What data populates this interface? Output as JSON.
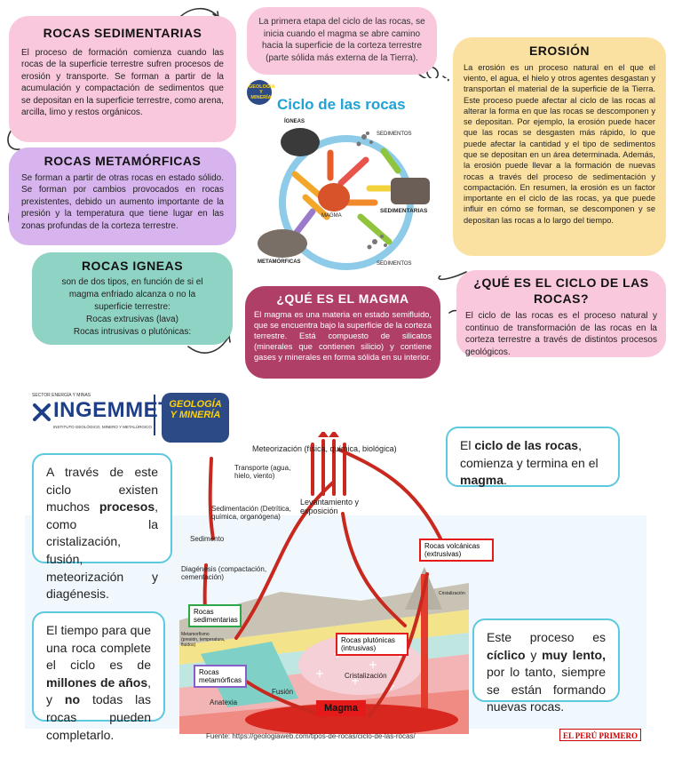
{
  "top": {
    "sedimentarias": {
      "title": "ROCAS SEDIMENTARIAS",
      "text": "El proceso de formación comienza cuando las rocas de la superficie terrestre sufren procesos de erosión y transporte. Se forman a partir de la acumulación y compactación de sedimentos que se depositan en la superficie terrestre, como arena, arcilla, limo y restos orgánicos."
    },
    "intro": {
      "text": "La primera etapa del ciclo de las rocas, se inicia cuando el magma se abre camino hacia la superficie de la corteza terrestre (parte sólida más externa de la Tierra)."
    },
    "erosion": {
      "title": "EROSIÓN",
      "text": "La erosión es un proceso natural en el que el viento, el agua, el hielo y otros agentes desgastan y transportan el material de la superficie de la Tierra. Este proceso puede afectar al ciclo de las rocas al alterar la forma en que las rocas se descomponen y se depositan. Por ejemplo, la erosión puede hacer que las rocas se desgasten más rápido, lo que puede afectar la cantidad y el tipo de sedimentos que se depositan en un área determinada. Además, la erosión puede llevar a la formación de nuevas rocas a través del proceso de sedimentación y compactación. En resumen, la erosión es un factor importante en el ciclo de las rocas, ya que puede influir en cómo se forman, se descomponen y se depositan las rocas a lo largo del tiempo."
    },
    "metamorficas": {
      "title": "ROCAS METAMÓRFICAS",
      "text": "Se forman a partir de otras rocas en estado sólido. Se forman por cambios provocados en rocas prexistentes, debido un aumento importante de la presión y la temperatura que tiene lugar en las zonas profundas de la corteza terrestre."
    },
    "igneas": {
      "title": "ROCAS IGNEAS",
      "lines": [
        "son de dos tipos, en función de si el",
        "magma enfriado alcanza o no la",
        "superficie terrestre:",
        "Rocas extrusivas (lava)",
        "Rocas intrusivas o plutónicas:"
      ]
    },
    "magma": {
      "title": "¿QUÉ ES EL MAGMA",
      "text": "El magma es una materia en estado semifluido, que se encuentra bajo la superficie de la corteza terrestre. Está compuesto de silicatos (minerales que contienen silicio) y contiene gases y minerales en forma sólida en su interior."
    },
    "ciclo": {
      "title": "¿QUÉ ES EL CICLO DE LAS ROCAS?",
      "text": "El ciclo de las rocas es el proceso natural y continuo de transformación de las rocas en la corteza terrestre a través de distintos procesos geológicos."
    },
    "diagram": {
      "logo": "GEOLOGÍA Y MINERÍA",
      "title": "Ciclo de las rocas",
      "igneas": "ÍGNEAS",
      "sedimentos1": "SEDIMENTOS",
      "magma": "MAGMA",
      "sedimentarias": "SEDIMENTARIAS",
      "metamorficas": "METAMÓRFICAS",
      "sedimentos2": "SEDIMENTOS"
    }
  },
  "bottom": {
    "header": {
      "small": "SECTOR ENERGÍA Y MINAS",
      "brand": "INGEMMET",
      "sub": "INSTITUTO GEOLÓGICO, MINERO Y METALÚRGICO",
      "logo": "GEOLOGÍA Y MINERÍA"
    },
    "bubble_procesos": {
      "p1": "A través de este ciclo existen muchos ",
      "b1": "procesos",
      "p2": ", como la cristalización, fusión, meteorización y diagénesis."
    },
    "bubble_tiempo": {
      "p1": "El tiempo para que una roca complete el ciclo es de ",
      "b1": "millones de años",
      "p2": ", y ",
      "b2": "no",
      "p3": " todas las rocas pueden completarlo."
    },
    "bubble_magma": {
      "p1": "El ",
      "b1": "ciclo de las rocas",
      "p2": ", comienza y termina en el ",
      "b2": "magma",
      "p3": "."
    },
    "bubble_ciclico": {
      "p1": "Este proceso es ",
      "b1": "cíclico",
      "p2": " y ",
      "b2": "muy lento,",
      "p3": " por lo tanto, siempre se están formando nuevas rocas."
    },
    "diagram": {
      "meteorizacion": "Meteorización (física, química, biológica)",
      "transporte": "Transporte (agua, hielo, viento)",
      "sedimentacion": "Sedimentación (Detrítica, química, organógena)",
      "sedimento": "Sedimento",
      "levantamiento": "Levantamiento y exposición",
      "volcanicas": "Rocas volcánicas (extrusivas)",
      "diagenesis": "Diagénesis (compactación, cementación)",
      "sedimentarias": "Rocas sedimentarias",
      "metamorfismo": "Metamorfismo (presión, temperatura, fluidos)",
      "plutonicas": "Rocas plutónicas (intrusivas)",
      "cristalizacion1": "Cristalización",
      "cristalizacion2": "Cristalización",
      "metamorficas": "Rocas metamórficas",
      "fusion": "Fusión",
      "anatexia": "Anatexia",
      "magma": "Magma"
    },
    "source": "Fuente: https://geologiaweb.com/tipos-de-rocas/ciclo-de-las-rocas/",
    "brand_corner": "EL PERÚ PRIMERO"
  },
  "colors": {
    "pink": "#f9c8dc",
    "lavender": "#d7b4ee",
    "teal": "#8fd3c4",
    "yellow": "#fbe1a1",
    "maroon": "#b03f67",
    "cyan_border": "#5cc9de",
    "red_box": "#e51b1b",
    "orange_title": "#e07a0d"
  }
}
